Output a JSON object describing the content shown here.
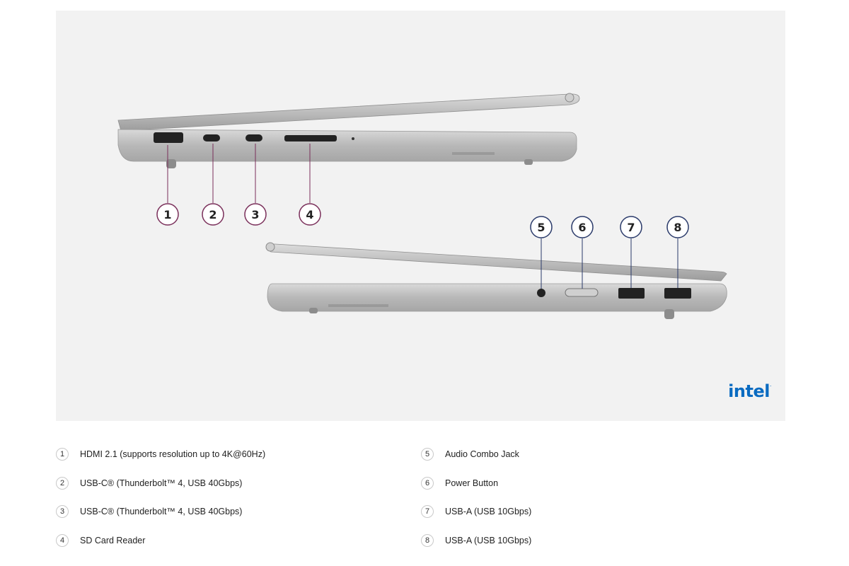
{
  "brand": {
    "name": "intel",
    "mark": "."
  },
  "callouts": [
    {
      "n": "1"
    },
    {
      "n": "2"
    },
    {
      "n": "3"
    },
    {
      "n": "4"
    },
    {
      "n": "5"
    },
    {
      "n": "6"
    },
    {
      "n": "7"
    },
    {
      "n": "8"
    }
  ],
  "ports": [
    {
      "n": "1",
      "label": "HDMI 2.1 (supports resolution up to 4K@60Hz)"
    },
    {
      "n": "2",
      "label": "USB-C® (Thunderbolt™ 4, USB 40Gbps)"
    },
    {
      "n": "3",
      "label": "USB-C® (Thunderbolt™ 4, USB 40Gbps)"
    },
    {
      "n": "4",
      "label": "SD Card Reader"
    },
    {
      "n": "5",
      "label": "Audio Combo Jack"
    },
    {
      "n": "6",
      "label": "Power Button"
    },
    {
      "n": "7",
      "label": "USB-A (USB 10Gbps)"
    },
    {
      "n": "8",
      "label": "USB-A (USB 10Gbps)"
    }
  ],
  "colors": {
    "callout_left": "#7a2f5a",
    "callout_right": "#2a3a6a",
    "laptop_body": "#b9b9b9",
    "brand": "#0a6bc1"
  }
}
